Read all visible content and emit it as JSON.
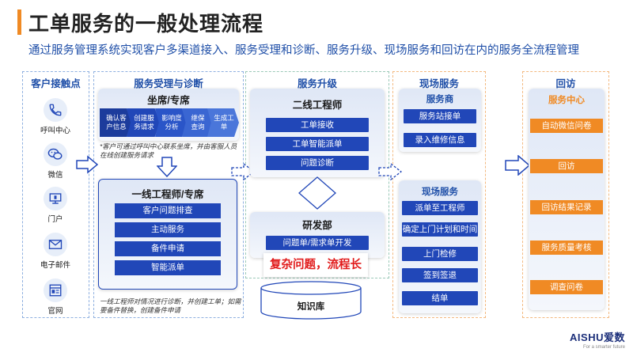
{
  "header": {
    "title": "工单服务的一般处理流程",
    "subtitle": "通过服务管理系统实现客户多渠道接入、服务受理和诊断、服务升级、现场服务和回访在内的服务全流程管理"
  },
  "colors": {
    "blue": "#2147b8",
    "orange": "#f08a24",
    "title_blue": "#1f4fa8",
    "red": "#e11b1b"
  },
  "customer": {
    "heading": "客户接触点",
    "items": [
      {
        "label": "呼叫中心",
        "icon": "phone-icon"
      },
      {
        "label": "微信",
        "icon": "wechat-icon"
      },
      {
        "label": "门户",
        "icon": "portal-icon"
      },
      {
        "label": "电子邮件",
        "icon": "email-icon"
      },
      {
        "label": "官网",
        "icon": "website-icon"
      }
    ]
  },
  "acceptance": {
    "heading": "服务受理与诊断",
    "seat_panel": {
      "title": "坐席/专席",
      "steps": [
        "确认客户信息",
        "创建服务请求",
        "影响度分析",
        "继保查询",
        "生成工单"
      ]
    },
    "note_top": "*客户可通过呼叫中心联系坐席，并由客服人员在线创建服务请求",
    "first_line": {
      "title": "一线工程师/专席",
      "items": [
        "客户问题排查",
        "主动服务",
        "备件申请",
        "智能派单"
      ]
    },
    "note_bottom": "一线工程师对情况进行诊断，并创建工单；如需要备件替换，创建备件申请"
  },
  "upgrade": {
    "heading": "服务升级",
    "second_line": {
      "title": "二线工程师",
      "items": [
        "工单接收",
        "工单智能派单",
        "问题诊断"
      ]
    },
    "rnd": {
      "title": "研发部",
      "items": [
        "问题单/需求单开发"
      ]
    },
    "warning": "复杂问题，流程长",
    "knowledge_base": "知识库"
  },
  "onsite": {
    "heading": "现场服务",
    "provider": {
      "title": "服务商",
      "items": [
        "服务站接单",
        "录入维修信息"
      ]
    },
    "field": {
      "title": "现场服务",
      "items": [
        "派单至工程师",
        "确定上门计划和时间",
        "上门检修",
        "签到签退",
        "结单"
      ]
    }
  },
  "followup": {
    "heading": "回访",
    "center": {
      "title": "服务中心",
      "items": [
        "自动微信问卷",
        "回访",
        "回访结果记录",
        "服务质量考核",
        "调查问卷"
      ]
    }
  },
  "brand": {
    "logo_text": "AISHU爱数",
    "tagline": "For a smarter future"
  }
}
